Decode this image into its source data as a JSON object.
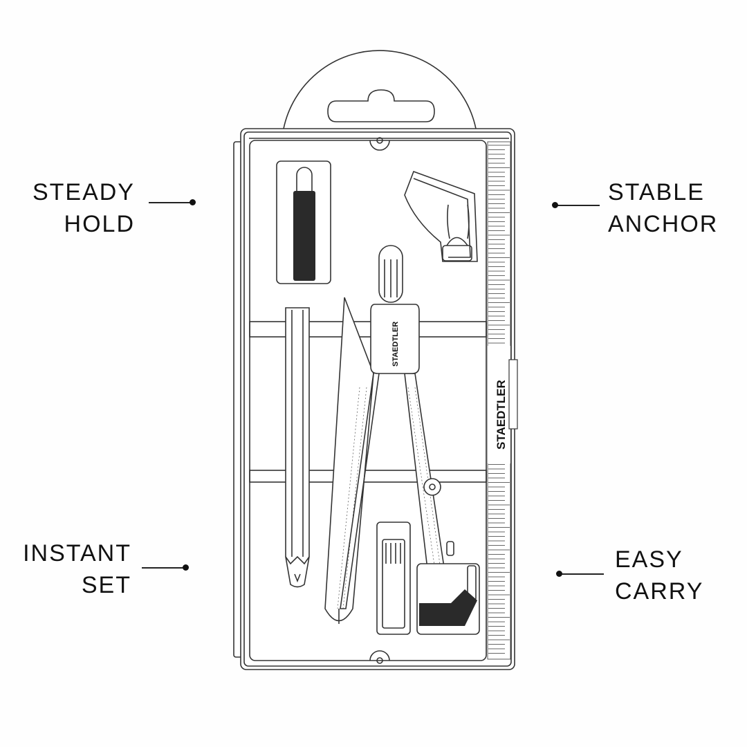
{
  "features": {
    "top_left": {
      "line1": "STEADY",
      "line2": "HOLD"
    },
    "top_right": {
      "line1": "STABLE",
      "line2": "ANCHOR"
    },
    "bottom_left": {
      "line1": "INSTANT",
      "line2": "SET"
    },
    "bottom_right": {
      "line1": "EASY",
      "line2": "CARRY"
    }
  },
  "brand": {
    "case_logo": "STAEDTLER",
    "compass_logo": "STAEDTLER"
  },
  "colors": {
    "line": "#333333",
    "dark_part": "#2a2a2a",
    "background": "#fefefe"
  }
}
